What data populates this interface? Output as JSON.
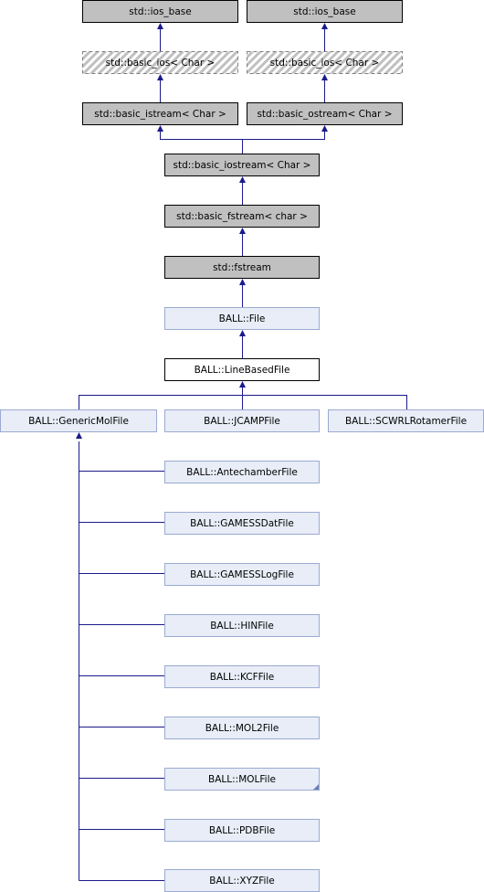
{
  "colors": {
    "background": "#ffffff",
    "external_fill": "#c0c0c0",
    "template_fill": "#ffffff",
    "template_hatch": "#c0c0c0",
    "ball_fill": "#e8edf8",
    "ball_border": "#9aaad0",
    "current_fill": "#ffffff",
    "edge": "#1a1a8c"
  },
  "nodes": {
    "ios_base_left": "std::ios_base",
    "ios_base_right": "std::ios_base",
    "basic_ios_left": "std::basic_ios< Char >",
    "basic_ios_right": "std::basic_ios< Char >",
    "basic_istream": "std::basic_istream< Char >",
    "basic_ostream": "std::basic_ostream< Char >",
    "basic_iostream": "std::basic_iostream< Char >",
    "basic_fstream": "std::basic_fstream< char >",
    "fstream": "std::fstream",
    "file": "BALL::File",
    "line_based_file": "BALL::LineBasedFile",
    "generic_mol_file": "BALL::GenericMolFile",
    "jcamp_file": "BALL::JCAMPFile",
    "scwrl_rotamer_file": "BALL::SCWRLRotamerFile",
    "antechamber_file": "BALL::AntechamberFile",
    "gamess_dat_file": "BALL::GAMESSDatFile",
    "gamess_log_file": "BALL::GAMESSLogFile",
    "hin_file": "BALL::HINFile",
    "kcf_file": "BALL::KCFFile",
    "mol2_file": "BALL::MOL2File",
    "mol_file": "BALL::MOLFile",
    "pdb_file": "BALL::PDBFile",
    "xyz_file": "BALL::XYZFile"
  }
}
